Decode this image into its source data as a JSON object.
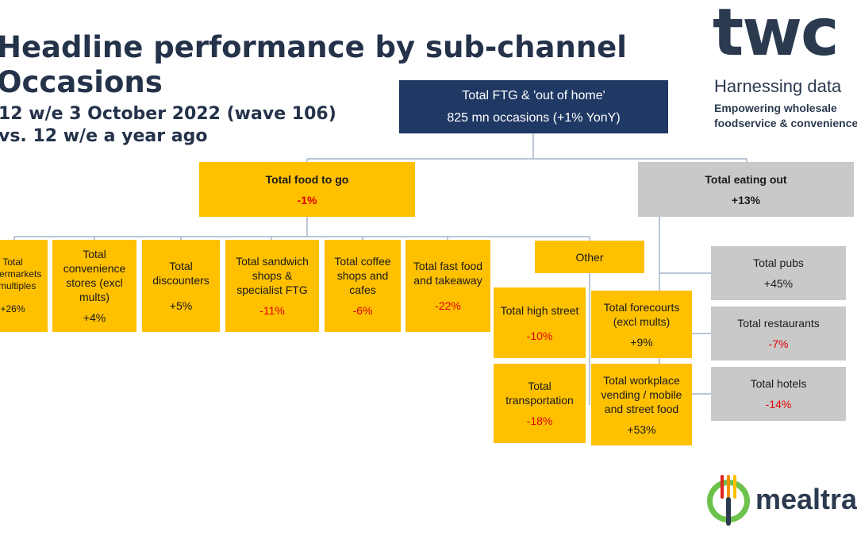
{
  "header": {
    "title_line1": "Headline performance by sub-channel",
    "title_line2": "Occasions",
    "subtitle_line1": "12 w/e 3 October 2022 (wave 106)",
    "subtitle_line2": "vs. 12 w/e a year ago"
  },
  "logos": {
    "twc_wordmark": "twc",
    "twc_tagline": "Harnessing data",
    "twc_subline1": "Empowering wholesale",
    "twc_subline2": "foodservice & convenience",
    "mealtrak_wordmark": "mealtrak"
  },
  "colors": {
    "navy": "#1f3864",
    "yellow": "#ffc000",
    "grey": "#c9c9c9",
    "negative": "#e00000",
    "heading": "#24324a"
  },
  "tree": {
    "root": {
      "label": "Total FTG & 'out of home'",
      "value": "825 mn occasions (+1% YonY)"
    },
    "food_to_go": {
      "label": "Total food to go",
      "value": "-1%"
    },
    "eating_out": {
      "label": "Total eating out",
      "value": "+13%"
    },
    "supermarkets": {
      "label": "Total supermarkets & multiples",
      "value": "+26%"
    },
    "convenience": {
      "label": "Total convenience stores (excl mults)",
      "value": "+4%"
    },
    "discounters": {
      "label": "Total discounters",
      "value": "+5%"
    },
    "sandwich": {
      "label": "Total sandwich shops & specialist FTG",
      "value": "-11%"
    },
    "coffee": {
      "label": "Total coffee shops and cafes",
      "value": "-6%"
    },
    "fast_food": {
      "label": "Total fast food and takeaway",
      "value": "-22%"
    },
    "other": {
      "label": "Other"
    },
    "high_street": {
      "label": "Total high street",
      "value": "-10%"
    },
    "forecourts": {
      "label": "Total forecourts (excl mults)",
      "value": "+9%"
    },
    "transportation": {
      "label": "Total transportation",
      "value": "-18%"
    },
    "workplace": {
      "label": "Total workplace vending / mobile and street food",
      "value": "+53%"
    },
    "pubs": {
      "label": "Total pubs",
      "value": "+45%"
    },
    "restaurants": {
      "label": "Total restaurants",
      "value": "-7%"
    },
    "hotels": {
      "label": "Total hotels",
      "value": "-14%"
    }
  }
}
